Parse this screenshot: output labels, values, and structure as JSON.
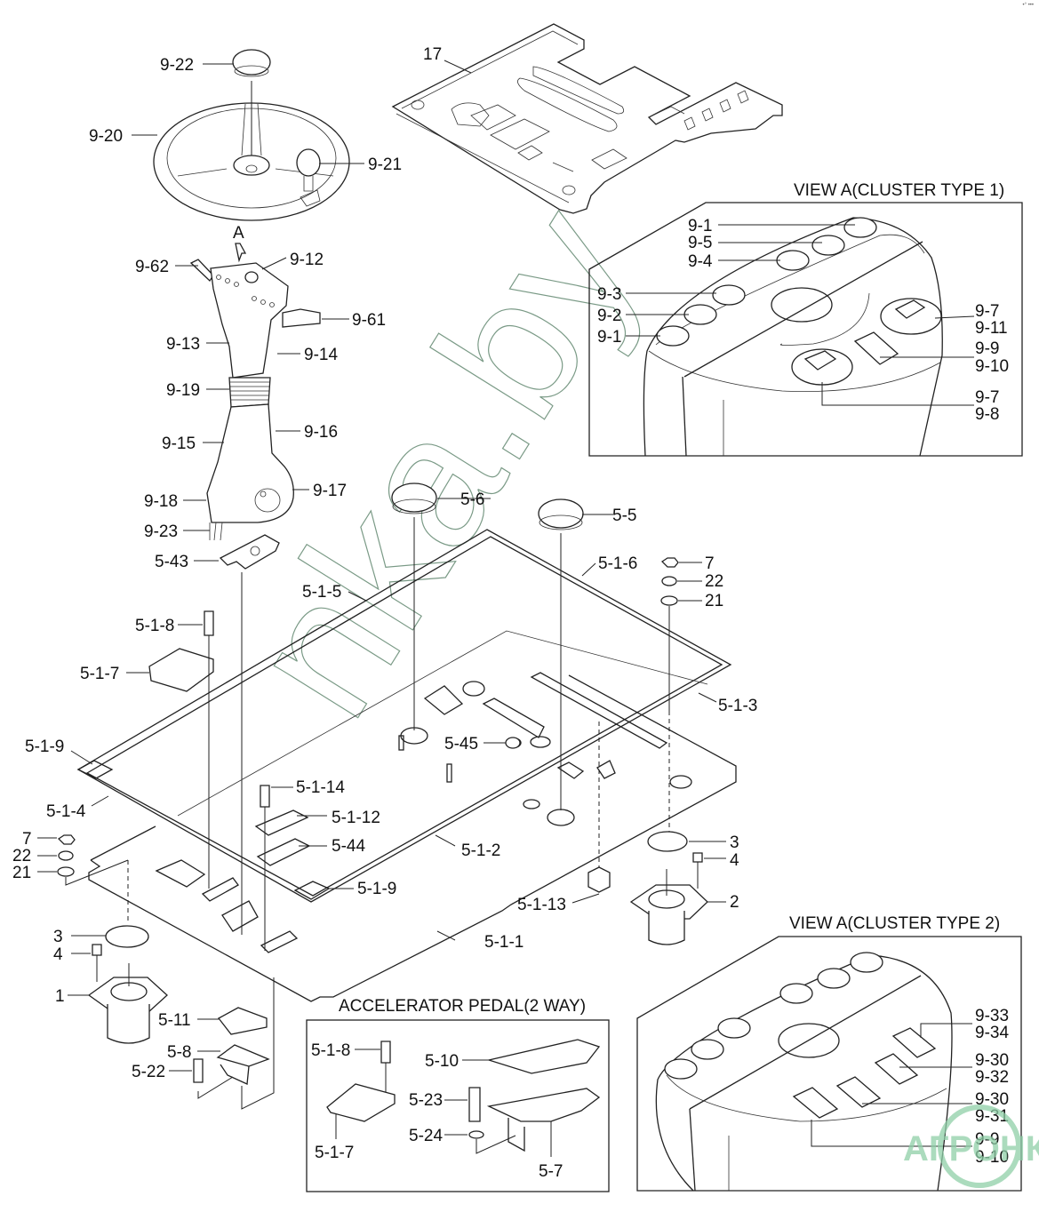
{
  "corner_mark": "•° •••",
  "titles": {
    "view_a_type1": "VIEW A(CLUSTER TYPE 1)",
    "view_a_type2": "VIEW A(CLUSTER TYPE 2)",
    "accelerator": "ACCELERATOR PEDAL(2 WAY)",
    "arrow_a": "A"
  },
  "watermark": {
    "site": "nka.by",
    "logo": "АГРОНКА",
    "logo_color": "#8fcfa8",
    "site_color": "#7a9a86"
  },
  "labels": {
    "steering": {
      "p9_22": "9-22",
      "p9_20": "9-20",
      "p9_21": "9-21"
    },
    "floor_mat": {
      "p17": "17"
    },
    "column": {
      "p9_62": "9-62",
      "p9_12": "9-12",
      "p9_61": "9-61",
      "p9_13": "9-13",
      "p9_14": "9-14",
      "p9_19": "9-19",
      "p9_15": "9-15",
      "p9_16": "9-16",
      "p9_18": "9-18",
      "p9_17": "9-17",
      "p9_23": "9-23",
      "p5_43": "5-43"
    },
    "cluster1": {
      "p9_1a": "9-1",
      "p9_5": "9-5",
      "p9_4": "9-4",
      "p9_3": "9-3",
      "p9_2": "9-2",
      "p9_1b": "9-1",
      "p9_7a": "9-7",
      "p9_11": "9-11",
      "p9_9": "9-9",
      "p9_10": "9-10",
      "p9_7b": "9-7",
      "p9_8": "9-8"
    },
    "floor": {
      "p5_6": "5-6",
      "p5_5": "5-5",
      "p5_1_6": "5-1-6",
      "p7r": "7",
      "p22r": "22",
      "p21r": "21",
      "p5_1_5": "5-1-5",
      "p5_1_8": "5-1-8",
      "p5_1_7": "5-1-7",
      "p5_1_3": "5-1-3",
      "p5_1_9a": "5-1-9",
      "p5_45": "5-45",
      "p5_1_4": "5-1-4",
      "p5_1_14": "5-1-14",
      "p5_1_12": "5-1-12",
      "p7l": "7",
      "p22l": "22",
      "p5_44": "5-44",
      "p21l": "21",
      "p5_1_2": "5-1-2",
      "p3r": "3",
      "p4r": "4",
      "p5_1_9b": "5-1-9",
      "p5_1_13": "5-1-13",
      "p2": "2",
      "p3l": "3",
      "p5_1_1": "5-1-1",
      "p4l": "4",
      "p1": "1",
      "p5_11": "5-11",
      "p5_8": "5-8",
      "p5_22": "5-22"
    },
    "accelerator": {
      "p5_1_8": "5-1-8",
      "p5_10": "5-10",
      "p5_23": "5-23",
      "p5_24": "5-24",
      "p5_1_7": "5-1-7",
      "p5_7": "5-7"
    },
    "cluster2": {
      "p9_33": "9-33",
      "p9_34": "9-34",
      "p9_30a": "9-30",
      "p9_32": "9-32",
      "p9_30b": "9-30",
      "p9_31": "9-31",
      "p9_9": "9-9",
      "p9_10": "9-10"
    }
  }
}
